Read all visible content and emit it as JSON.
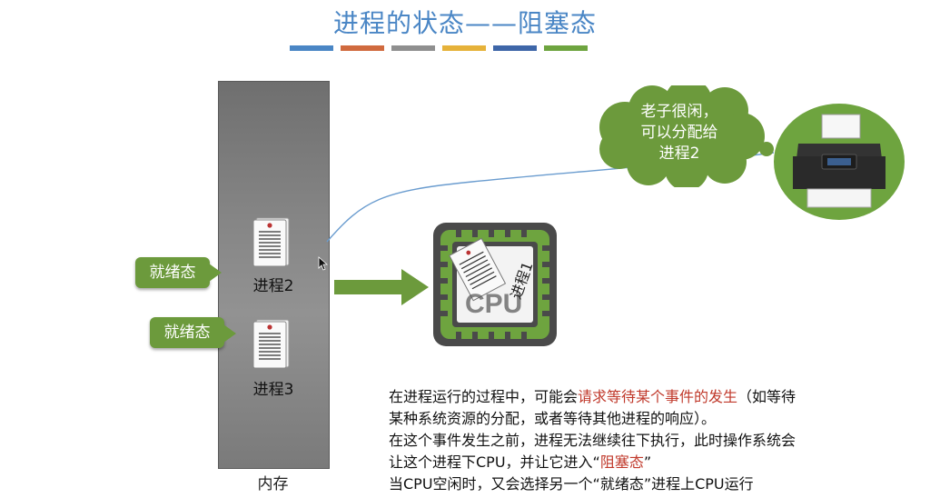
{
  "header": {
    "title": "进程的状态——阻塞态",
    "stripe_colors": [
      "#4a86c5",
      "#d06a3e",
      "#8f8f8f",
      "#e6b23a",
      "#3e66a8",
      "#6ea43f"
    ]
  },
  "memory": {
    "label": "内存"
  },
  "processes": [
    {
      "label": "进程2",
      "state": "就绪态"
    },
    {
      "label": "进程3",
      "state": "就绪态"
    }
  ],
  "cpu": {
    "chip_label": "进程1",
    "arrow_icon": "right-arrow-icon"
  },
  "printer": {
    "cloud_lines": [
      "老子很闲，",
      "可以分配给",
      "进程2"
    ],
    "icon": "printer-icon"
  },
  "explanation": {
    "line1_a": "在进程运行的过程中，可能会",
    "line1_red": "请求等待某个事件的发生",
    "line1_b": "（如等待",
    "line2": "某种系统资源的分配，或者等待其他进程的响应）。",
    "line3": "在这个事件发生之前，进程无法继续往下执行，此时操作系统会",
    "line4_a": "让这个进程下CPU，并让它进入“",
    "line4_red": "阻塞态",
    "line4_b": "”",
    "line5": "当CPU空闲时，又会选择另一个“就绪态”进程上CPU运行"
  },
  "colors": {
    "accent_green": "#6c9a3c",
    "title_blue": "#4a86c5",
    "highlight_red": "#c0392b"
  }
}
